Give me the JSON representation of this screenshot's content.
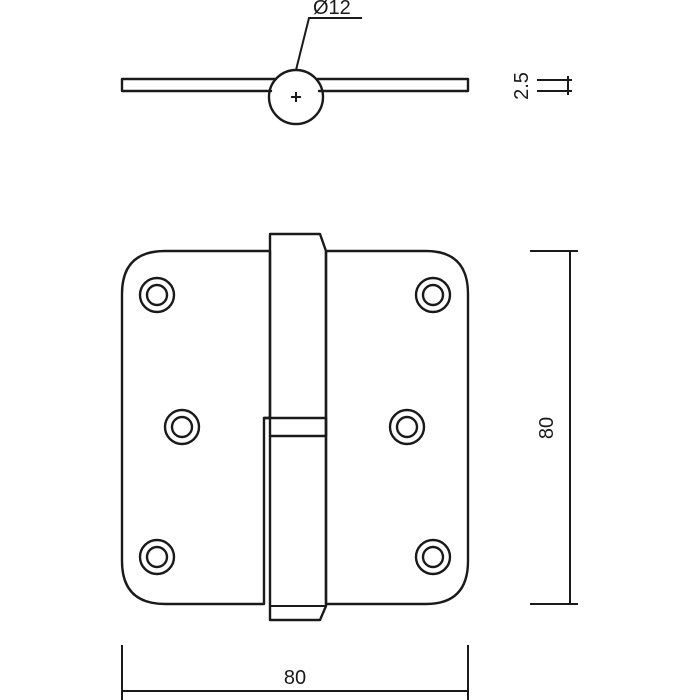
{
  "dimensions": {
    "pin_diameter": "Ø12",
    "leaf_thickness": "2.5",
    "height": "80",
    "width": "80"
  },
  "screw_holes_count": 6,
  "colors": {
    "line": "#1a1a1a",
    "background": "#ffffff"
  }
}
